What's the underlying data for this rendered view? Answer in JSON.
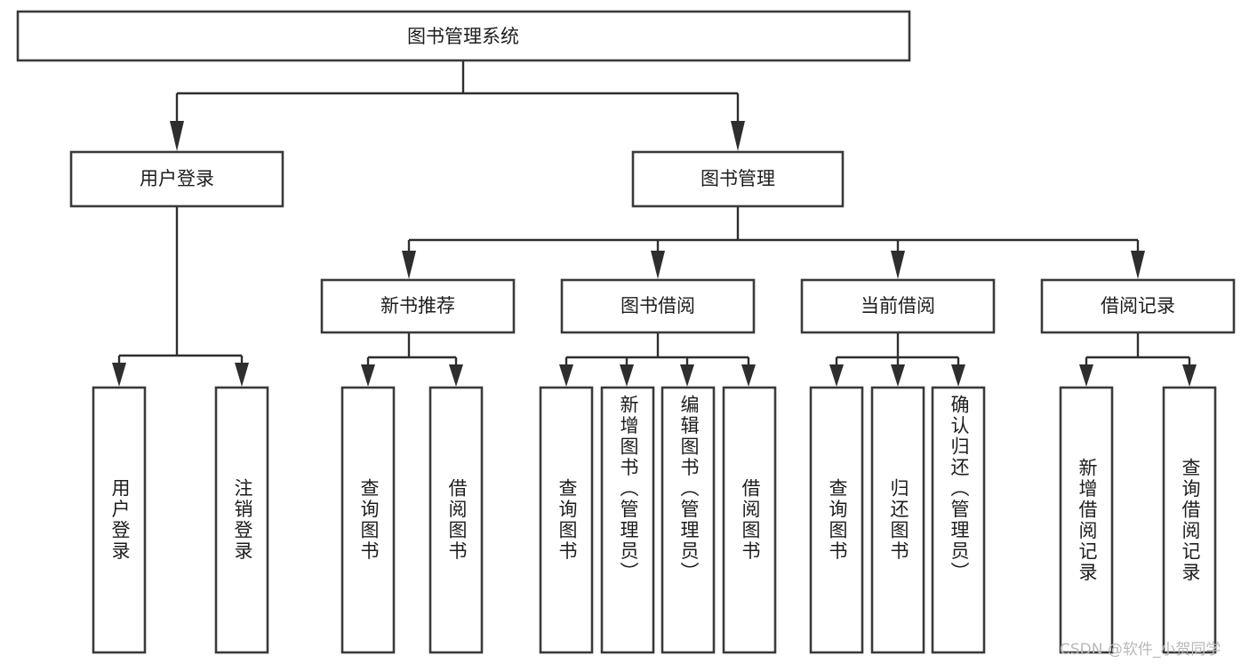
{
  "diagram": {
    "type": "tree-hierarchy-chart",
    "title": "图书管理系统",
    "background_color": "#ffffff",
    "box_fill": "#ffffff",
    "box_stroke": "#3a3a3a",
    "connector_color": "#2e2e2e",
    "text_color": "#1d1d1d"
  },
  "root": {
    "label": "图书管理系统"
  },
  "level2": [
    {
      "label": "用户登录"
    },
    {
      "label": "图书管理"
    }
  ],
  "level3": [
    {
      "label": "新书推荐"
    },
    {
      "label": "图书借阅"
    },
    {
      "label": "当前借阅"
    },
    {
      "label": "借阅记录"
    }
  ],
  "leaves": {
    "user_login": [
      {
        "label": "用户登录"
      },
      {
        "label": "注销登录"
      }
    ],
    "new_book": [
      {
        "label": "查询图书"
      },
      {
        "label": "借阅图书"
      }
    ],
    "book_borrow": [
      {
        "label": "查询图书"
      },
      {
        "label": "新增图书（管理员）"
      },
      {
        "label": "编辑图书（管理员）"
      },
      {
        "label": "借阅图书"
      }
    ],
    "current_borrow": [
      {
        "label": "查询图书"
      },
      {
        "label": "归还图书"
      },
      {
        "label": "确认归还（管理员）"
      }
    ],
    "borrow_record": [
      {
        "label": "新增借阅记录"
      },
      {
        "label": "查询借阅记录"
      }
    ]
  },
  "watermark": {
    "text": "CSDN @软件_小贺同学"
  }
}
